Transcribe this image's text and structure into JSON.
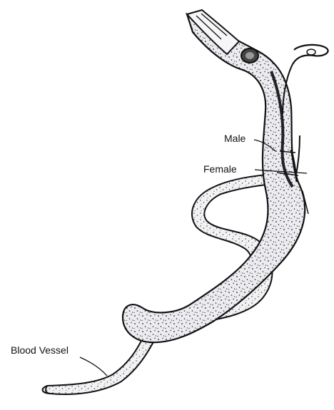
{
  "labels": {
    "male": "Male",
    "female": "Female",
    "blood_vessel": "Blood Vessel"
  }
}
